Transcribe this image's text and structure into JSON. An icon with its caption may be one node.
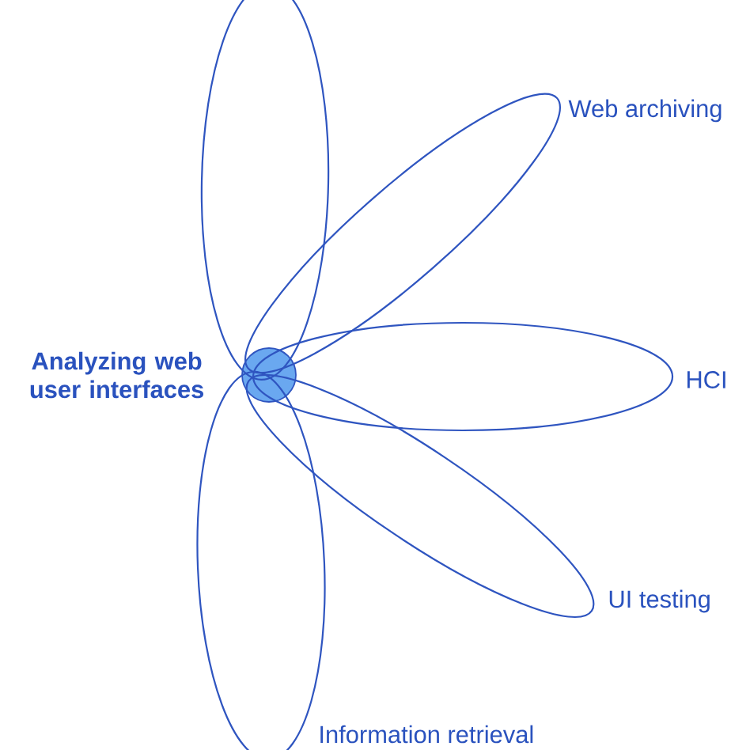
{
  "diagram": {
    "nodes": [
      {
        "text": [],
        "shape": "circle"
      },
      {
        "text": [],
        "shape": "ellipse"
      },
      {
        "text": [],
        "shape": "ellipse",
        "beside": [
          "Web archiving"
        ]
      },
      {
        "text": [],
        "shape": "ellipse",
        "beside": [
          "HCI"
        ]
      },
      {
        "text": [],
        "shape": "ellipse",
        "beside": [
          "UI testing"
        ]
      },
      {
        "text": [],
        "shape": "ellipse",
        "beside": [
          "Information retrieval"
        ]
      }
    ],
    "labels": [
      "Analyzing web user interfaces"
    ]
  }
}
